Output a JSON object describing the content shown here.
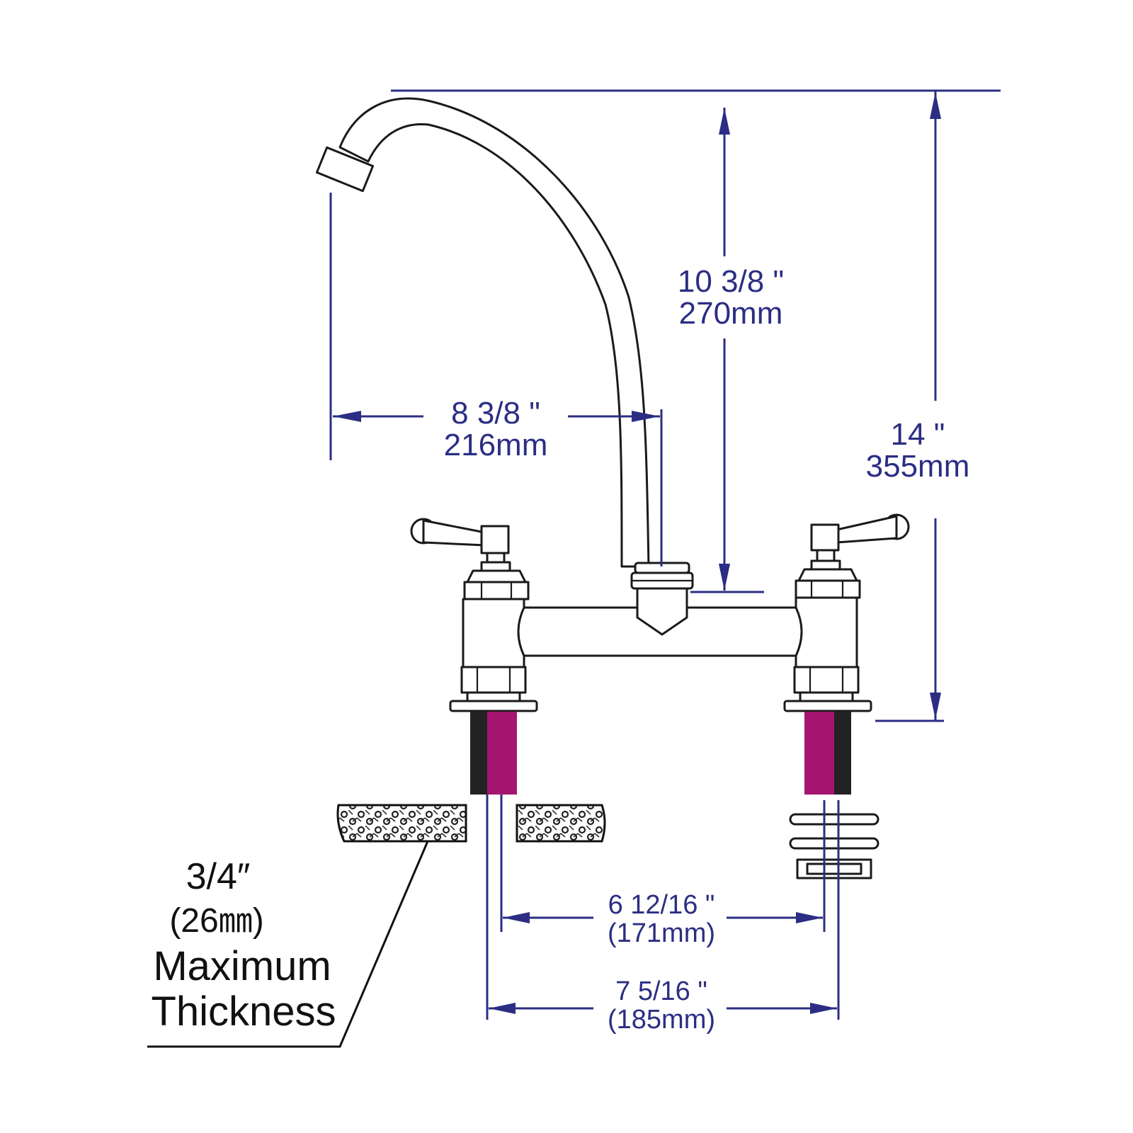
{
  "colors": {
    "dimension": "#2b2e83",
    "outline": "#1a1a1a",
    "shank_highlight": "#a5156f",
    "thread": "#222222"
  },
  "dimensions": {
    "spout_height": {
      "imperial": "10 3/8 \"",
      "metric": "270mm"
    },
    "spout_reach": {
      "imperial": "8 3/8 \"",
      "metric": "216mm"
    },
    "overall_height": {
      "imperial": "14 \"",
      "metric": "355mm"
    },
    "inner_center": {
      "imperial": "6 12/16 \"",
      "metric": "(171mm)"
    },
    "outer_center": {
      "imperial": "7 5/16 \"",
      "metric": "(185mm)"
    }
  },
  "deck_note": {
    "thickness_imperial": "3/4″",
    "thickness_metric": "(26㎜)",
    "line1": "Maximum",
    "line2": "Thickness"
  }
}
